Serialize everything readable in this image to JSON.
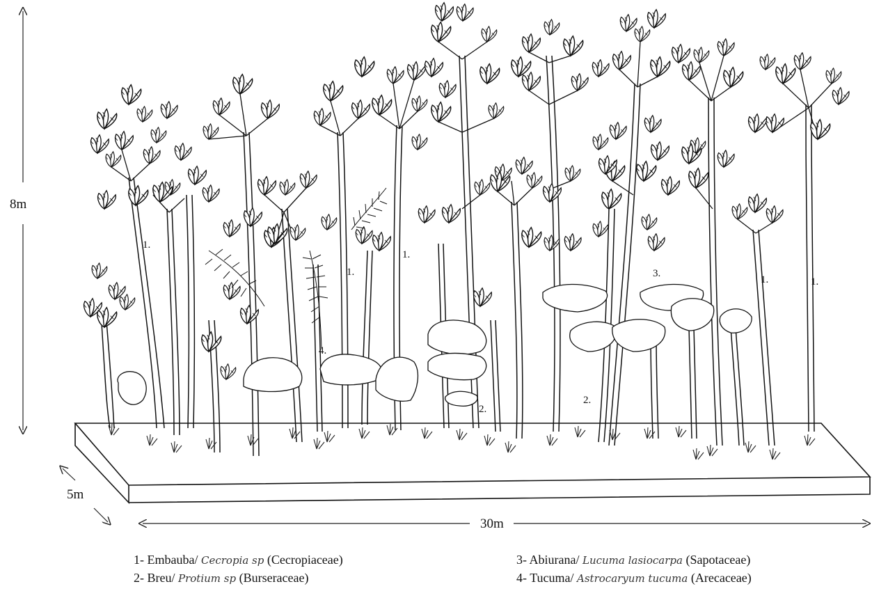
{
  "dimensions": {
    "height": "8m",
    "depth": "5m",
    "length": "30m"
  },
  "species_markers": [
    "1.",
    "2.",
    "3.",
    "4."
  ],
  "legend": [
    {
      "number": "1-",
      "common": "Embauba/",
      "scientific": "Cecropia sp",
      "family": "(Cecropiaceae)"
    },
    {
      "number": "2-",
      "common": "Breu/",
      "scientific": "Protium sp",
      "family": "(Burseraceae)"
    },
    {
      "number": "3-",
      "common": "Abiurana/",
      "scientific": "Lucuma lasiocarpa",
      "family": "(Sapotaceae)"
    },
    {
      "number": "4-",
      "common": "Tucuma/",
      "scientific": "Astrocaryum tucuma",
      "family": "(Arecaceae)"
    }
  ]
}
